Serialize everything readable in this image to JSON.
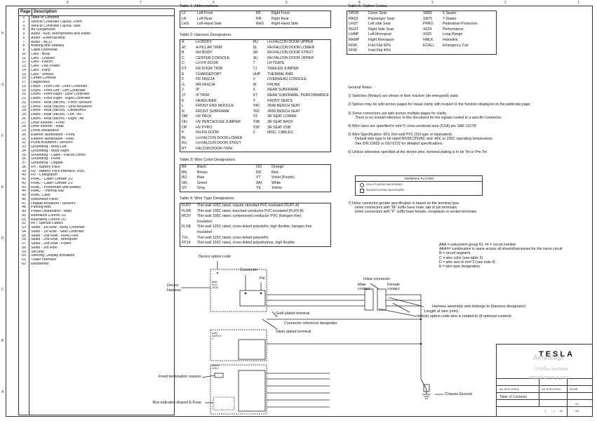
{
  "zones": {
    "top": [
      "8",
      "7",
      "6",
      "5",
      "4",
      "3",
      "2",
      "1"
    ],
    "side": [
      "H",
      "G",
      "F",
      "E",
      "D",
      "C",
      "B",
      "A"
    ]
  },
  "toc": {
    "header_page": "Page",
    "header_desc": "Description",
    "items": [
      "Table of Contents",
      "Vehicle Controller Layout, Front",
      "Vehicle Controller Layout, Side",
      "Air Suspension",
      "Audio - A2B, Microphones and Radio",
      "Audio - External Amp",
      "Audio - MCU",
      "Braking and Stability",
      "Cabin Overhead",
      "CAN - Body",
      "CAN - Chassis",
      "CAN - Falcon",
      "CAN - Low Power",
      "CAN - Party",
      "CAN - Vehicle",
      "Center Console",
      "Diagnostics",
      "Doors - Front Left - Door Controller",
      "Doors - Front Left - Left Controller",
      "Doors - Front Right - Door Controller",
      "Doors - Front Right - Right Controller",
      "Doors - Rear (falcon) - Pinch Sensors",
      "Doors - Rear (falcon) - Strut Actuators",
      "Doors - Rear (falcon) - Ultrasonics",
      "Doors - Rear (falcon) - Left - All",
      "Doors - Rear (falcon) - Right - All",
      "Drive Inverter - Front",
      "Drive Inverter - Rear",
      "Driver Assistance",
      "Exterior Illumination - Front",
      "Exterior Illumination - Rear",
      "Frunk Actuators / Sensors",
      "Grounding - Body Left",
      "Grounding - Body Right",
      "Grounding - Cabin - Falcon Doors",
      "Grounding - Frunk",
      "Grounding - Liftgate",
      "HV - Battery Pack",
      "HV - Battery Pack Interface, HVIL",
      "HV - Chargeport",
      "HVAC - Cabin Climate 1/2",
      "HVAC - Cabin Climate 2/2",
      "HVAC - Powertrain and Battery",
      "HVAC - Thermal Bar",
      "HVAC Case",
      "Instrument Panel",
      "Liftgate Actuators / Sensors",
      "Parking Aids",
      "Power Distribution - Main",
      "Restraints Control 1/2",
      "Restraints Control 2/2",
      "RF / Special Cables",
      "Seats - 1st Row - Body Controller",
      "Seats - 1st Row - Seat Controller",
      "Seats - 2nd Row - 60/40 Fold",
      "Seats - 2nd Row - Monopost",
      "Seats - 2nd Row - Power",
      "Seats - 3rd Row",
      "Security",
      "Steering, Display Actuators",
      "Trailer Interface",
      "Windshield"
    ]
  },
  "table1": {
    "title": "Table 1: Abbreviations",
    "rows": [
      [
        "LF",
        "Left Front",
        "RF",
        "Right Front"
      ],
      [
        "LR",
        "Left Rear",
        "RR",
        "Right Rear"
      ],
      [
        "LHS",
        "Left-Hand Side",
        "RHS",
        "Right-Hand Side"
      ]
    ]
  },
  "table2": {
    "title": "Table 2: Harness Designators",
    "left": [
      [
        "A",
        "LH BODY"
      ],
      [
        "AT",
        "A-PILLAR TRIM"
      ],
      [
        "B",
        "RH BODY"
      ],
      [
        "C",
        "CENTER CONSOLE"
      ],
      [
        "D",
        "LH FR DOOR"
      ],
      [
        "DT",
        "FR DOOR TRIM"
      ],
      [
        "E",
        "CHARGEPORT"
      ],
      [
        "F",
        "FR FASCIA"
      ],
      [
        "G",
        "RR FASCIA"
      ],
      [
        "J",
        "IP"
      ],
      [
        "JT",
        "IP TRIM"
      ],
      [
        "K",
        "HEADLINER"
      ],
      [
        "L",
        "FRONT END MODULE"
      ],
      [
        "N",
        "FRONT SUBFRAME"
      ],
      [
        "OM",
        "HV PACK"
      ],
      [
        "OH",
        "HV PENTHOUSE JUMPER"
      ],
      [
        "OP",
        "HV PYRO"
      ],
      [
        "P",
        "RH FR DOOR"
      ],
      [
        "RL",
        "LH FALCON DOOR LOWER"
      ],
      [
        "RU",
        "LH FALCON DOOR STRUT"
      ],
      [
        "RT",
        "FALCON DOOR TRIM"
      ]
    ],
    "right": [
      [
        "RU",
        "LH FALCON DOOR UPPER"
      ],
      [
        "SL",
        "RH FALCON DOOR LOWER"
      ],
      [
        "SR",
        "RH FALCON DOOR STRUT"
      ],
      [
        "SU",
        "RH FALCON DOOR UPPER"
      ],
      [
        "T",
        "LIFTGATE"
      ],
      [
        "TJ",
        "TRAILER JUMPER"
      ],
      [
        "UHP",
        "THERMAL BAR"
      ],
      [
        "V",
        "OVERHEAD CONSOLE"
      ],
      [
        "W",
        "FRUNK"
      ],
      [
        "X",
        "REAR SUBFRAME"
      ],
      [
        "XT",
        "REAR SUBFRAME, PERFORMANCE"
      ],
      [
        "Y",
        "FRONT SEATS"
      ],
      [
        "Y40",
        "2R40 BENCH SEAT"
      ],
      [
        "Y60",
        "2R60 BENCH SEAT"
      ],
      [
        "Y3",
        "3R SEAT LOWER"
      ],
      [
        "Y3B",
        "3R SEAT BACK"
      ],
      [
        "Y3P",
        "3R SEAT USB"
      ],
      [
        "Z",
        "MISC. CABLES"
      ]
    ]
  },
  "table3": {
    "title": "Table 3: Wire Color Designators",
    "rows": [
      [
        "BK",
        "Black",
        "OG",
        "Orange"
      ],
      [
        "BN",
        "Brown",
        "RD",
        "Red"
      ],
      [
        "BU",
        "Blue",
        "VT",
        "Violet (Purple)"
      ],
      [
        "GN",
        "Green",
        "WH",
        "White"
      ],
      [
        "GY",
        "Gray",
        "YE",
        "Yellow"
      ]
    ]
  },
  "table4": {
    "title": "Table 4: Wire Type Designators",
    "rows": [
      [
        "FLRY",
        "Thin wall 105C rated, regular stranded PVC insulated (FLRY-A)"
      ],
      [
        "FLRB",
        "Thin wall 105C rated, bunched conductor PVC insulated (FLRY-B)"
      ],
      [
        "MCIV",
        "Thin wall 105C rated, compressed conductor PVC (halogen free)"
      ],
      [
        "",
        "insulated"
      ],
      [
        "FLXB",
        "Thin wall 125C rated, cross-linked polyolefin, high flexible, halogen free"
      ],
      [
        "",
        "insulated"
      ],
      [
        "TXL",
        "Thin wall 125C rated, cross-linked polyolefin"
      ],
      [
        "FP1X",
        "Thin wall 150C rated, cross-linked polyethylene, high flexible"
      ]
    ]
  },
  "table5": {
    "title": "Table 5: Option Codes",
    "rows": [
      [
        "DRVR",
        "Driver Seat",
        "SR55",
        "5 Seater"
      ],
      [
        "PASS",
        "Passenger Seat",
        "SR75",
        "7 Seater"
      ],
      [
        "LHST",
        "Left side Seat",
        "PPRO",
        "Pedestrian Protection"
      ],
      [
        "RHST",
        "Right Side Seat",
        "X024",
        "Performance"
      ],
      [
        "LHMP",
        "Left Monopost",
        "X025",
        "Long Range"
      ],
      [
        "RHMP",
        "Right Monopost",
        "HMLK",
        "Homelink"
      ],
      [
        "FF60",
        "Fold Flat 60%",
        "ECALL",
        "Emergency Call"
      ],
      [
        "FF40",
        "Fold Flat 40%",
        "",
        ""
      ]
    ]
  },
  "notes": {
    "heading": "General Notes:",
    "n1": "1) Switches (Relays) are shown in their inactive (de-energized) state.",
    "n2": "2) Splices may be split across pages for visual clarity with respect to the function displayed on the particular page.",
    "n3a": "3) Some connectors are split across multiple pages for clarity.",
    "n3b": "There is no overall reference in this document for the signals routed to a specific connector.",
    "n4": "4) Wire sizes are specified in mm^2 cross-sectional area (CSA) per SAE 1127/8",
    "n5a": "5) Wire Specification: 60V, thin-wall PVC (SO type or equivalent).",
    "n5b": "Default wire type to be rated 60VDC/25VAC and -40C to 105C operating temperature.",
    "n5c": "See DIN 13602 or ISO 6722 for detailed specifications.",
    "n6": "6) Unless otherwise specified at the device pins, terminal plating is to be Tin or Pre-Tin",
    "plating_title": "TERMINAL PLATING",
    "plating_gold": "GOLD PLATING NECESSARY",
    "plating_silver": "SILVER PLATING NECESSARY",
    "n7a": "7) Inline connector gender specification is based on the terminal type.",
    "n7b": "Inline connectors with \"M\" suffix have male, tab or pin terminals",
    "n7c": "Inline connectors with \"F\" suffix have female, receptacle or socket terminals"
  },
  "circuit_legend": {
    "l1": "AAA = subsystem group ID, ## = circuit number",
    "l2": "AAA## combination is same across all sheets/harnesses for the same circuit",
    "l3": "B = circuit segment",
    "l4": "C = wire color (see table 3)",
    "l5": "D = wire size in mm^2 (see note 4)",
    "l6": "E = wire type designation"
  },
  "diagram": {
    "device_option_code": "Device option code",
    "connector": "Connector",
    "pin": "Pin",
    "device": "Device",
    "harness": "Harness",
    "inline_connector": "Inline connector",
    "male_contact": "Male\ncontact",
    "female_contact": "Female\ncontact",
    "harness_assembly": "Harness assembly wire belongs to (harness designator)",
    "length_of_wire": "Length of wire (mm)",
    "vehicle_option_code": "Vehicle option code wire is related to (if optional content)",
    "gold_plated": "Gold plated terminal",
    "connector_ref": "Connector reference designator",
    "silver_plated": "Silver plated terminal",
    "fixed_resistor": "Fixed termination resistor",
    "efuse_box": "Box indicates shared E-Fuse",
    "chassis_ground": "Chassis Ground",
    "device1_name": "AWD\nECU\nLEUE",
    "device2_name": "AWD\nSWITCH\n4",
    "device3_name": "Device\nN.M.C"
  },
  "title_block": {
    "brand": "TESLA",
    "watermark1": "Активаци",
    "watermark2": "Чтобы активи",
    "watermark3": "перейдите в раз",
    "sheet_title": "Table of Contents",
    "drawn": "AS SPECIFIED",
    "checked": "AS SPECIFIED",
    "sheet": "1",
    "of": "1",
    "rev": "AD",
    "scale": "NONE",
    "size": "AC",
    "total": "62"
  }
}
